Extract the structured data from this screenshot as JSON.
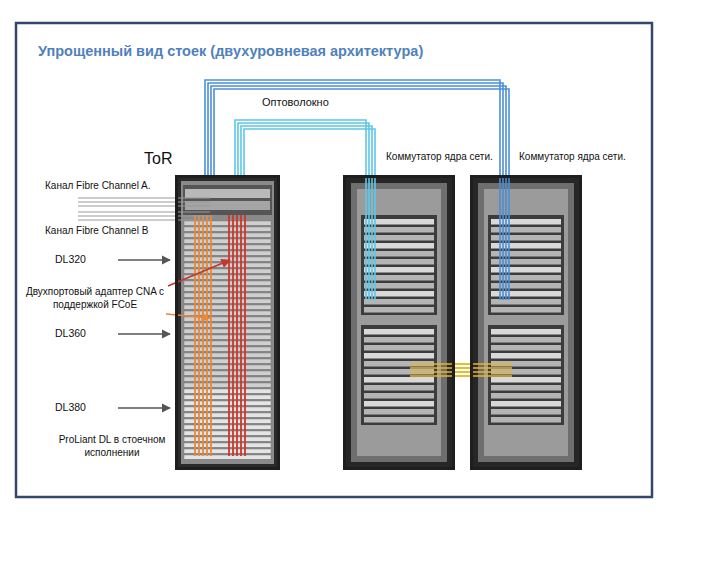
{
  "diagram": {
    "title": "Упрощенный вид стоек (двухуровневая архитектура)",
    "nodes": [
      {
        "text": [
          "ToR"
        ]
      },
      {
        "text": [
          "Коммутатор ядра сети."
        ]
      },
      {
        "text": [
          "Коммутатор ядра сети."
        ]
      }
    ],
    "edges": [
      {
        "from": 0,
        "to": 1,
        "arrow": "none"
      },
      {
        "from": 0,
        "to": 2,
        "arrow": "none"
      },
      {
        "from": 1,
        "to": 2,
        "arrow": "none"
      }
    ],
    "labels": [
      "Оптоволокно",
      "Канал Fibre Channel A.",
      "Канал Fibre Channel B",
      "DL320",
      "Двухпортовый адаптер CNA с поддержкой FCoE",
      "DL360",
      "DL380",
      "ProLiant DL в стоечном исполнении"
    ]
  }
}
